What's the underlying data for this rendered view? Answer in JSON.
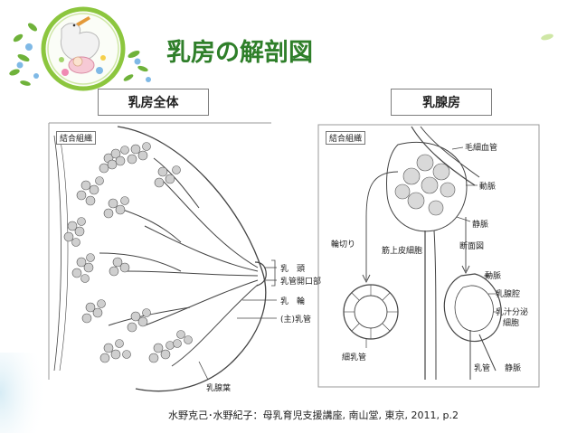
{
  "slide": {
    "title": "乳房の解剖図",
    "left_panel_label": "乳房全体",
    "right_panel_label": "乳腺房",
    "caption": "水野克己･水野紀子：母乳育児支援講座, 南山堂, 東京, 2011, p.2"
  },
  "left_diagram": {
    "box_label": "結合組織",
    "labels": {
      "nipple": "乳　頭",
      "duct_opening": "乳管開口部",
      "areola": "乳　輪",
      "main_duct": "(主)乳管",
      "lobe": "乳腺葉"
    }
  },
  "right_diagram": {
    "box_label": "結合組織",
    "labels": {
      "capillary": "毛細血管",
      "artery_top": "動脈",
      "vein_mid": "静脈",
      "cross_section": "輪切り",
      "myoepithelial": "筋上皮細胞",
      "section_view": "断面図",
      "artery_bottom": "動脈",
      "alveolar_lumen": "乳腺腔",
      "secretory_cell_1": "乳汁分泌",
      "secretory_cell_2": "細胞",
      "fine_duct": "細乳管",
      "duct": "乳管",
      "vein_bottom": "静脈"
    }
  },
  "colors": {
    "title": "#2f7f2a",
    "frame": "#7d7d7d",
    "line": "#444444"
  }
}
